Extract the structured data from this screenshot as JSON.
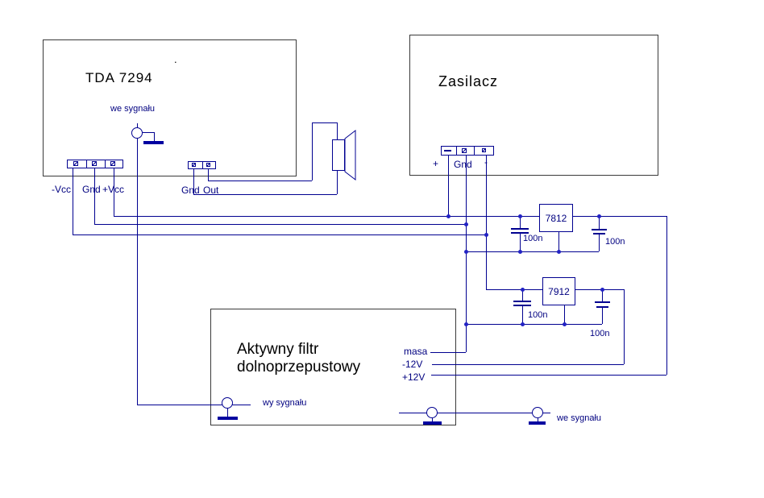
{
  "colors": {
    "wire": "#000090",
    "junction_dot": "#2222c4",
    "label_text": "#000080",
    "title_text": "#000000",
    "box_outline": "#3a3a3a",
    "ground_bar": "#0000a0",
    "background": "#ffffff"
  },
  "tda": {
    "title": "TDA 7294",
    "stray_mark": ".",
    "input_label": "we sygnału",
    "power_terminals": [
      "-Vcc",
      "Gnd",
      "+Vcc"
    ],
    "output_terminals": [
      "Gnd",
      "Out"
    ]
  },
  "psu": {
    "title": "Zasilacz",
    "terminals": [
      "+",
      "Gnd",
      "-"
    ]
  },
  "filter": {
    "title_line1": "Aktywny filtr",
    "title_line2": "dolnoprzepustowy",
    "pin_labels": [
      "masa",
      "-12V",
      "+12V"
    ],
    "output_label": "wy sygnału",
    "input_label": "we sygnału"
  },
  "regulators": [
    {
      "label": "7812"
    },
    {
      "label": "7912"
    }
  ],
  "capacitors": [
    {
      "label": "100n"
    },
    {
      "label": "100n"
    },
    {
      "label": "100n"
    },
    {
      "label": "100n"
    }
  ]
}
